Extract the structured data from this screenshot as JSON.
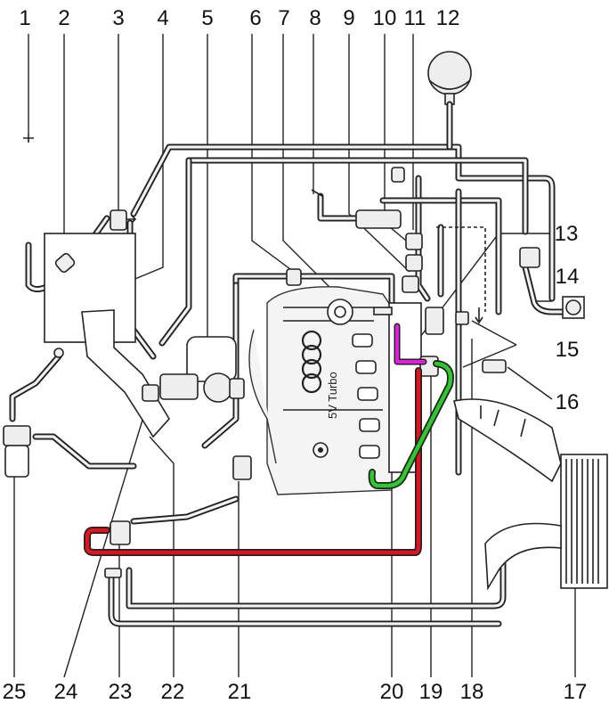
{
  "engine_label": "5V Turbo",
  "callouts": [
    "1",
    "2",
    "3",
    "4",
    "5",
    "6",
    "7",
    "8",
    "9",
    "10",
    "11",
    "12",
    "13",
    "14",
    "15",
    "16",
    "17",
    "18",
    "19",
    "20",
    "21",
    "22",
    "23",
    "24",
    "25"
  ],
  "highlight_colors": {
    "red_hose": "#e0141e",
    "green_hose": "#2ec82e",
    "magenta_hose": "#e020e0"
  }
}
